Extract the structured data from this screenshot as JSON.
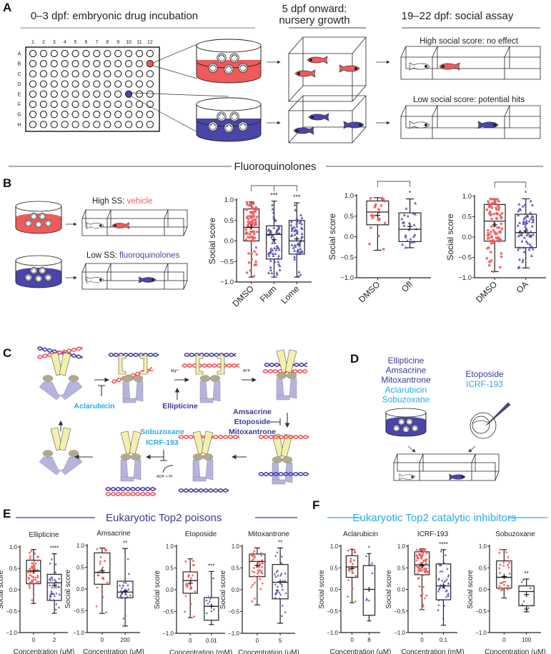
{
  "colors": {
    "vehicle_red": "#ef5a5a",
    "treated_blue": "#4a45a8",
    "catalytic_cyan": "#29abe2",
    "poison_navy": "#3b3a98",
    "jaw_yellow": "#f6efaa",
    "body_lavender": "#b6b4de",
    "knob_tan": "#b5a98c"
  },
  "panelA": {
    "label": "A",
    "stage1": "0–3 dpf: embryonic drug incubation",
    "stage2_line1": "5 dpf onward:",
    "stage2_line2": "nursery growth",
    "stage3": "19–22 dpf: social assay",
    "plate_cols": [
      "1",
      "2",
      "3",
      "4",
      "5",
      "6",
      "7",
      "8",
      "9",
      "10",
      "11",
      "12"
    ],
    "plate_rows": [
      "A",
      "B",
      "C",
      "D",
      "E",
      "F",
      "G",
      "H"
    ],
    "highlight_red_well": "B12",
    "highlight_blue_well": "E10",
    "high_label": "High social score: no effect",
    "low_label": "Low social score: potential hits"
  },
  "panelB": {
    "label": "B",
    "section_title": "Fluoroquinolones",
    "high_prefix": "High SS: ",
    "high_suffix": "vehicle",
    "low_prefix": "Low SS: ",
    "low_suffix": "fluoroquinolones"
  },
  "panelC": {
    "label": "C",
    "aclarubicin": "Aclarubicin",
    "ellipticine": "Ellipticine",
    "mg": "Mg²⁺",
    "atp": "ATP",
    "poisons": [
      "Amsacrine",
      "Etoposide",
      "Mitoxantrone"
    ],
    "catalytic": [
      "Sobuzoxane",
      "ICRF-193"
    ],
    "adp": "ADP + Pi"
  },
  "panelD": {
    "label": "D",
    "bath_drugs": [
      {
        "name": "Ellipticine",
        "class": "poison"
      },
      {
        "name": "Amsacrine",
        "class": "poison"
      },
      {
        "name": "Mitoxantrone",
        "class": "poison"
      },
      {
        "name": "Aclarubicin",
        "class": "catalytic"
      },
      {
        "name": "Sobuzoxane",
        "class": "catalytic"
      }
    ],
    "inject_drugs": [
      {
        "name": "Etoposide",
        "class": "poison"
      },
      {
        "name": "ICRF-193",
        "class": "catalytic"
      }
    ]
  },
  "panelE": {
    "label": "E",
    "title": "Eukaryotic Top2 poisons"
  },
  "panelF": {
    "label": "F",
    "title": "Eukaryotic Top2 catalytic inhibitors"
  },
  "chart_data": [
    {
      "type": "box",
      "panel": "B",
      "title": "",
      "ylabel": "Social score",
      "xlabel": "",
      "ylim": [
        -1.0,
        1.0
      ],
      "yticks": [
        "1.0",
        "0.5",
        "0.0",
        "−0.5",
        "−1.0"
      ],
      "categories": [
        "DMSO",
        "Flum",
        "Lome"
      ],
      "significance": [
        "",
        "***",
        "***"
      ],
      "series": [
        {
          "name": "DMSO",
          "n": 85,
          "whisker_low": -0.88,
          "q1": 0.0,
          "median": 0.33,
          "q3": 0.78,
          "whisker_high": 0.95,
          "mean": 0.34
        },
        {
          "name": "Flum",
          "n": 60,
          "whisker_low": -0.88,
          "q1": -0.44,
          "median": 0.16,
          "q3": 0.37,
          "whisker_high": 0.97,
          "mean": 0.03
        },
        {
          "name": "Lome",
          "n": 60,
          "whisker_low": -0.88,
          "q1": -0.32,
          "median": 0.0,
          "q3": 0.5,
          "whisker_high": 0.93,
          "mean": 0.05
        }
      ]
    },
    {
      "type": "box",
      "panel": "B",
      "title": "",
      "ylabel": "Social score",
      "xlabel": "",
      "ylim": [
        -1.0,
        1.0
      ],
      "yticks": [
        "1.0",
        "0.5",
        "0.0",
        "−0.5",
        "−1.0"
      ],
      "categories": [
        "DMSO",
        "Ofl"
      ],
      "significance": [
        "",
        "*"
      ],
      "series": [
        {
          "name": "DMSO",
          "n": 24,
          "whisker_low": -0.33,
          "q1": 0.29,
          "median": 0.6,
          "q3": 0.87,
          "whisker_high": 0.95,
          "mean": 0.52
        },
        {
          "name": "Ofl",
          "n": 24,
          "whisker_low": -0.27,
          "q1": -0.12,
          "median": 0.18,
          "q3": 0.58,
          "whisker_high": 0.92,
          "mean": 0.25
        }
      ]
    },
    {
      "type": "box",
      "panel": "B",
      "title": "",
      "ylabel": "Social score",
      "xlabel": "",
      "ylim": [
        -1.0,
        1.0
      ],
      "yticks": [
        "1.0",
        "0.5",
        "0.0",
        "−0.5",
        "−1.0"
      ],
      "categories": [
        "DMSO",
        "OA"
      ],
      "significance": [
        "",
        "*"
      ],
      "series": [
        {
          "name": "DMSO",
          "n": 90,
          "whisker_low": -0.85,
          "q1": -0.1,
          "median": 0.39,
          "q3": 0.8,
          "whisker_high": 0.94,
          "mean": 0.3
        },
        {
          "name": "OA",
          "n": 70,
          "whisker_low": -0.76,
          "q1": -0.26,
          "median": 0.11,
          "q3": 0.56,
          "whisker_high": 0.94,
          "mean": 0.15
        }
      ]
    },
    {
      "type": "box",
      "panel": "E",
      "title": "Ellipticine",
      "ylabel": "Social score",
      "xlabel": "Concentration (μM)",
      "ylim": [
        -1.0,
        1.0
      ],
      "yticks": [
        "1.0",
        "0.5",
        "0.0",
        "−0.5",
        "−1.0"
      ],
      "categories": [
        "0",
        "2"
      ],
      "significance": [
        "",
        "****"
      ],
      "series": [
        {
          "name": "0",
          "n": 55,
          "whisker_low": -0.32,
          "q1": 0.14,
          "median": 0.44,
          "q3": 0.69,
          "whisker_high": 0.94,
          "mean": 0.43
        },
        {
          "name": "2",
          "n": 35,
          "whisker_low": -0.55,
          "q1": -0.25,
          "median": 0.16,
          "q3": 0.36,
          "whisker_high": 0.84,
          "mean": 0.1
        }
      ]
    },
    {
      "type": "box",
      "panel": "E",
      "title": "Amsacrine",
      "ylabel": "Social score",
      "xlabel": "Concentration (μM)",
      "ylim": [
        -1.0,
        1.0
      ],
      "yticks": [
        "1.0",
        "0.5",
        "0.0",
        "−0.5",
        "−1.0"
      ],
      "categories": [
        "0",
        "200"
      ],
      "significance": [
        "",
        "**"
      ],
      "series": [
        {
          "name": "0",
          "n": 24,
          "whisker_low": -0.56,
          "q1": 0.11,
          "median": 0.38,
          "q3": 0.83,
          "whisker_high": 0.94,
          "mean": 0.42
        },
        {
          "name": "200",
          "n": 26,
          "whisker_low": -0.85,
          "q1": -0.2,
          "median": -0.07,
          "q3": 0.18,
          "whisker_high": 0.93,
          "mean": -0.05
        }
      ]
    },
    {
      "type": "box",
      "panel": "E",
      "title": "Etoposide",
      "ylabel": "Social score",
      "xlabel": "Concentration (mM)",
      "ylim": [
        -1.0,
        1.0
      ],
      "yticks": [
        "1.0",
        "0.5",
        "0.0",
        "−0.5",
        "−1.0"
      ],
      "categories": [
        "0",
        "0.01"
      ],
      "significance": [
        "",
        "***"
      ],
      "series": [
        {
          "name": "0",
          "n": 24,
          "whisker_low": -0.64,
          "q1": -0.08,
          "median": 0.21,
          "q3": 0.41,
          "whisker_high": 0.71,
          "mean": 0.15
        },
        {
          "name": "0.01",
          "n": 10,
          "whisker_low": -0.8,
          "q1": -0.7,
          "median": -0.38,
          "q3": -0.18,
          "whisker_high": 0.42,
          "mean": -0.38
        }
      ]
    },
    {
      "type": "box",
      "panel": "E",
      "title": "Mitoxantrone",
      "ylabel": "Social score",
      "xlabel": "Concentration (μM)",
      "ylim": [
        -1.0,
        1.0
      ],
      "yticks": [
        "1.0",
        "0.5",
        "0.0",
        "−0.5",
        "−1.0"
      ],
      "categories": [
        "0",
        "5"
      ],
      "significance": [
        "",
        "**"
      ],
      "series": [
        {
          "name": "0",
          "n": 45,
          "whisker_low": -0.35,
          "q1": 0.3,
          "median": 0.65,
          "q3": 0.82,
          "whisker_high": 0.96,
          "mean": 0.56
        },
        {
          "name": "5",
          "n": 35,
          "whisker_low": -0.77,
          "q1": -0.21,
          "median": 0.17,
          "q3": 0.58,
          "whisker_high": 0.96,
          "mean": 0.18
        }
      ]
    },
    {
      "type": "box",
      "panel": "F",
      "title": "Aclarubicin",
      "ylabel": "Social score",
      "xlabel": "Concentration (μM)",
      "ylim": [
        -1.0,
        1.0
      ],
      "yticks": [
        "1.0",
        "0.5",
        "0.0",
        "−0.5",
        "−1.0"
      ],
      "categories": [
        "0",
        "8"
      ],
      "significance": [
        "",
        "*"
      ],
      "series": [
        {
          "name": "0",
          "n": 24,
          "whisker_low": -0.31,
          "q1": 0.28,
          "median": 0.52,
          "q3": 0.78,
          "whisker_high": 0.93,
          "mean": 0.48
        },
        {
          "name": "8",
          "n": 7,
          "whisker_low": -0.73,
          "q1": -0.6,
          "median": 0.0,
          "q3": 0.55,
          "whisker_high": 0.83,
          "mean": 0.0
        }
      ]
    },
    {
      "type": "box",
      "panel": "F",
      "title": "ICRF-193",
      "ylabel": "Social score",
      "xlabel": "Concentration (mM)",
      "ylim": [
        -1.0,
        1.0
      ],
      "yticks": [
        "1.0",
        "0.5",
        "0.0",
        "−0.5",
        "−1.0"
      ],
      "categories": [
        "0",
        "0.1"
      ],
      "significance": [
        "",
        "****"
      ],
      "series": [
        {
          "name": "0",
          "n": 80,
          "whisker_low": -0.47,
          "q1": 0.34,
          "median": 0.57,
          "q3": 0.87,
          "whisker_high": 0.94,
          "mean": 0.55
        },
        {
          "name": "0.1",
          "n": 40,
          "whisker_low": -0.83,
          "q1": -0.24,
          "median": 0.08,
          "q3": 0.59,
          "whisker_high": 0.92,
          "mean": 0.09
        }
      ]
    },
    {
      "type": "box",
      "panel": "F",
      "title": "Sobuzoxane",
      "ylabel": "Social score",
      "xlabel": "Concentration (μM)",
      "ylim": [
        -1.0,
        1.0
      ],
      "yticks": [
        "1.0",
        "0.5",
        "0.0",
        "−0.5",
        "−1.0"
      ],
      "categories": [
        "0",
        "100"
      ],
      "significance": [
        "",
        "**"
      ],
      "series": [
        {
          "name": "0",
          "n": 30,
          "whisker_low": -0.2,
          "q1": 0.03,
          "median": 0.28,
          "q3": 0.66,
          "whisker_high": 0.92,
          "mean": 0.3
        },
        {
          "name": "100",
          "n": 9,
          "whisker_low": -0.52,
          "q1": -0.38,
          "median": -0.05,
          "q3": 0.08,
          "whisker_high": 0.24,
          "mean": -0.12
        }
      ]
    }
  ]
}
